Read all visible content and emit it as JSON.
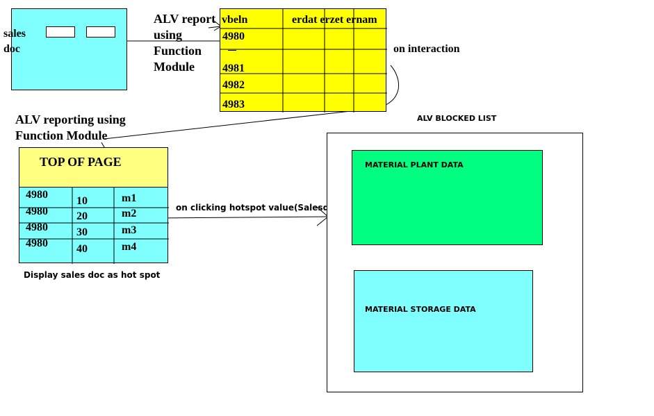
{
  "colors": {
    "cyan": "#80FFFF",
    "yellow": "#FFFF00",
    "light_yellow": "#FFFF80",
    "green": "#00FF80",
    "black": "#000000",
    "white": "#FFFFFF"
  },
  "sales_doc_screen": {
    "label_line1": "sales",
    "label_line2": "doc"
  },
  "alv_report_label": {
    "line1": "ALV report",
    "line2": "using",
    "line3": "Function",
    "line4": "Module"
  },
  "report_grid": {
    "headers": [
      "vbeln",
      "erdat erzet ernam"
    ],
    "rows": [
      "4980",
      "4981",
      "4982",
      "4983"
    ]
  },
  "on_interaction_label": "on interaction",
  "alv_fm_label": {
    "line1": "ALV reporting using",
    "line2": "Function Module"
  },
  "alv_fm_panel": {
    "top_of_page": "TOP OF PAGE",
    "rows": [
      {
        "doc": "4980",
        "item": "10",
        "material": "m1"
      },
      {
        "doc": "4980",
        "item": "20",
        "material": "m2"
      },
      {
        "doc": "4980",
        "item": "30",
        "material": "m3"
      },
      {
        "doc": "4980",
        "item": "40",
        "material": "m4"
      }
    ],
    "caption": "Display sales doc as hot spot"
  },
  "hotspot_label": "on clicking hotspot value(Salesdoc)",
  "blocked_list": {
    "title": "ALV BLOCKED LIST",
    "block1": "MATERIAL PLANT DATA",
    "block2": "MATERIAL STORAGE DATA"
  }
}
